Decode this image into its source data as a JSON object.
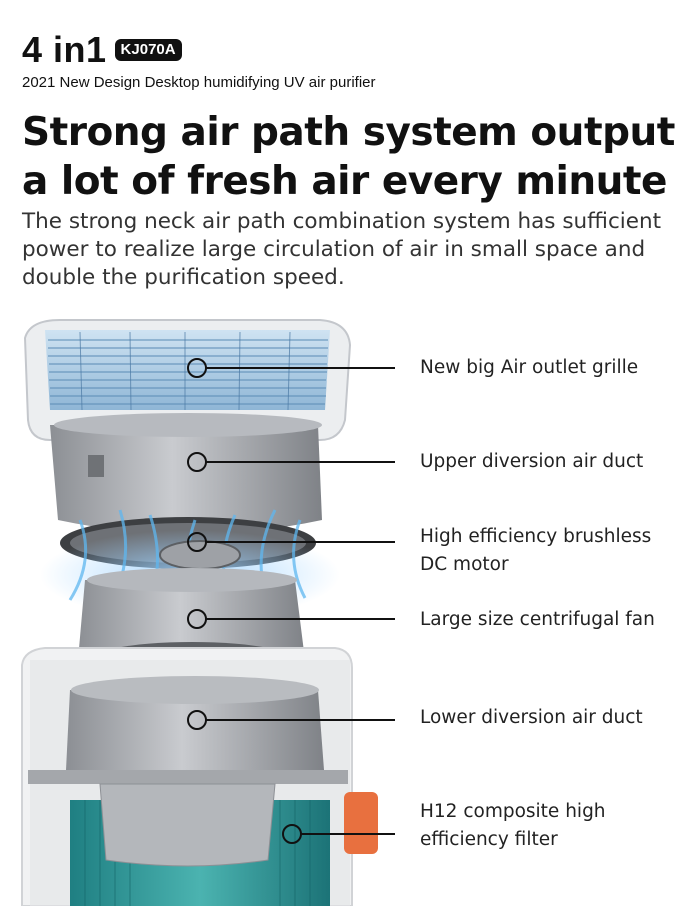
{
  "header": {
    "brand": "4 in1",
    "model": "KJ070A",
    "subtitle": "2021 New Design Desktop humidifying UV air purifier"
  },
  "headline": {
    "line1": "Strong air path system output",
    "line2": "a lot of fresh air every minute"
  },
  "description": {
    "line1": "The strong neck air path combination system has sufficient",
    "line2": "power to realize large circulation of air in small space and",
    "line3": "double the purification speed."
  },
  "components": [
    {
      "line1": "New big Air outlet grille",
      "line2": ""
    },
    {
      "line1": "Upper diversion air duct",
      "line2": ""
    },
    {
      "line1": "High efficiency brushless",
      "line2": "DC motor"
    },
    {
      "line1": "Large size centrifugal fan",
      "line2": ""
    },
    {
      "line1": "Lower diversion air duct",
      "line2": ""
    },
    {
      "line1": "H12 composite high",
      "line2": "efficiency filter"
    }
  ],
  "colors": {
    "airflow": "#5fb7f0",
    "filter": "#2f9a9a",
    "accent_tab": "#e8703f",
    "housing": "#e9eaec"
  }
}
